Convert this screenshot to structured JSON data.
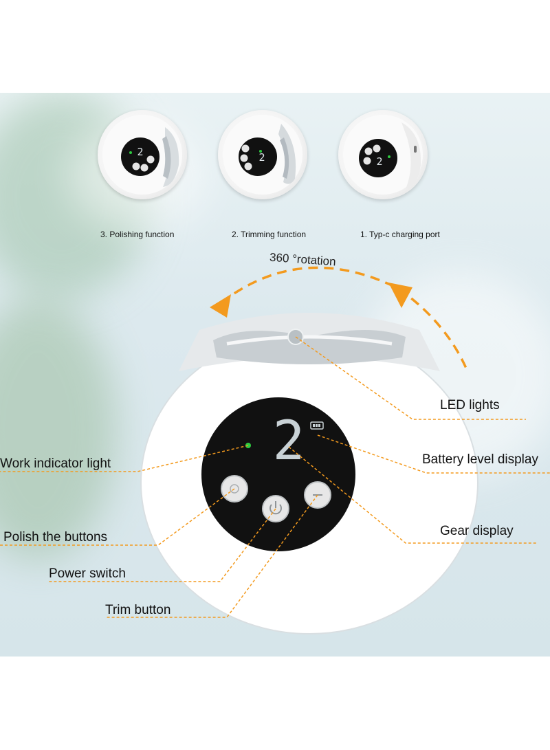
{
  "thumbnails": [
    {
      "label": "3. Polishing function"
    },
    {
      "label": "2. Trimming function"
    },
    {
      "label": "1. Typ-c charging port"
    }
  ],
  "rotation_label": "360 °rotation",
  "device_display_digit": "2",
  "thumb_digit": "2",
  "callouts": {
    "led_lights": "LED lights",
    "battery_level": "Battery level display",
    "work_indicator": "Work indicator light",
    "gear_display": "Gear display",
    "polish_buttons": "Polish the buttons",
    "power_switch": "Power switch",
    "trim_button": "Trim button"
  },
  "colors": {
    "accent_orange": "#f39a1e",
    "indicator_green": "#2ecc40",
    "display_black": "#111111"
  }
}
